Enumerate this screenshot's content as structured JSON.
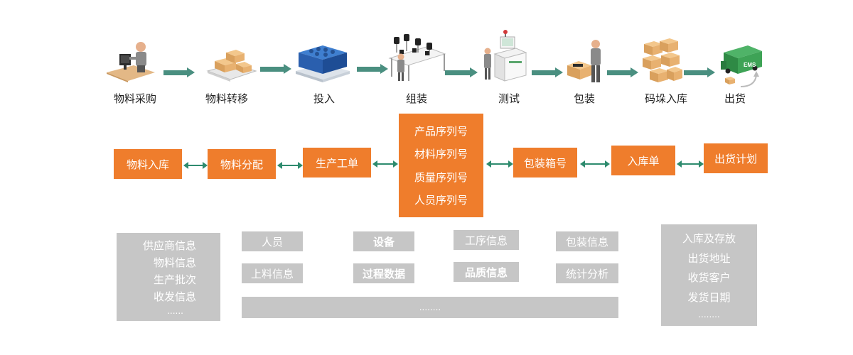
{
  "stages": [
    {
      "label": "物料采购",
      "icon": "purchasing-worker-icon"
    },
    {
      "label": "物料转移",
      "icon": "material-transfer-icon"
    },
    {
      "label": "投入",
      "icon": "pallet-input-icon"
    },
    {
      "label": "组装",
      "icon": "assembly-line-icon"
    },
    {
      "label": "测试",
      "icon": "testing-machine-icon"
    },
    {
      "label": "包装",
      "icon": "packing-worker-icon"
    },
    {
      "label": "码垛入库",
      "icon": "stacked-boxes-icon"
    },
    {
      "label": "出货",
      "icon": "ems-truck-icon"
    }
  ],
  "truck_text": "EMS",
  "process": {
    "material_in": "物料入库",
    "material_alloc": "物料分配",
    "work_order": "生产工单",
    "serials": [
      "产品序列号",
      "材料序列号",
      "质量序列号",
      "人员序列号"
    ],
    "box_number": "包装箱号",
    "warehouse_receipt": "入库单",
    "shipping_plan": "出货计划"
  },
  "left_info": [
    "供应商信息",
    "物料信息",
    "生产批次",
    "收发信息",
    "......"
  ],
  "middle_row1": [
    {
      "label": "人员",
      "bold": false
    },
    {
      "label": "设备",
      "bold": true
    },
    {
      "label": "工序信息",
      "bold": false
    },
    {
      "label": "包装信息",
      "bold": false
    }
  ],
  "middle_row2": [
    {
      "label": "上料信息",
      "bold": false
    },
    {
      "label": "过程数据",
      "bold": true
    },
    {
      "label": "品质信息",
      "bold": true
    },
    {
      "label": "统计分析",
      "bold": false
    }
  ],
  "middle_more": "........",
  "right_info": [
    "入库及存放",
    "出货地址",
    "收货客户",
    "发货日期",
    "........"
  ],
  "colors": {
    "orange": "#ef7d2c",
    "grey": "#c6c6c6",
    "arrow_green": "#4a8f80",
    "connector_teal": "#2e8b6e"
  }
}
